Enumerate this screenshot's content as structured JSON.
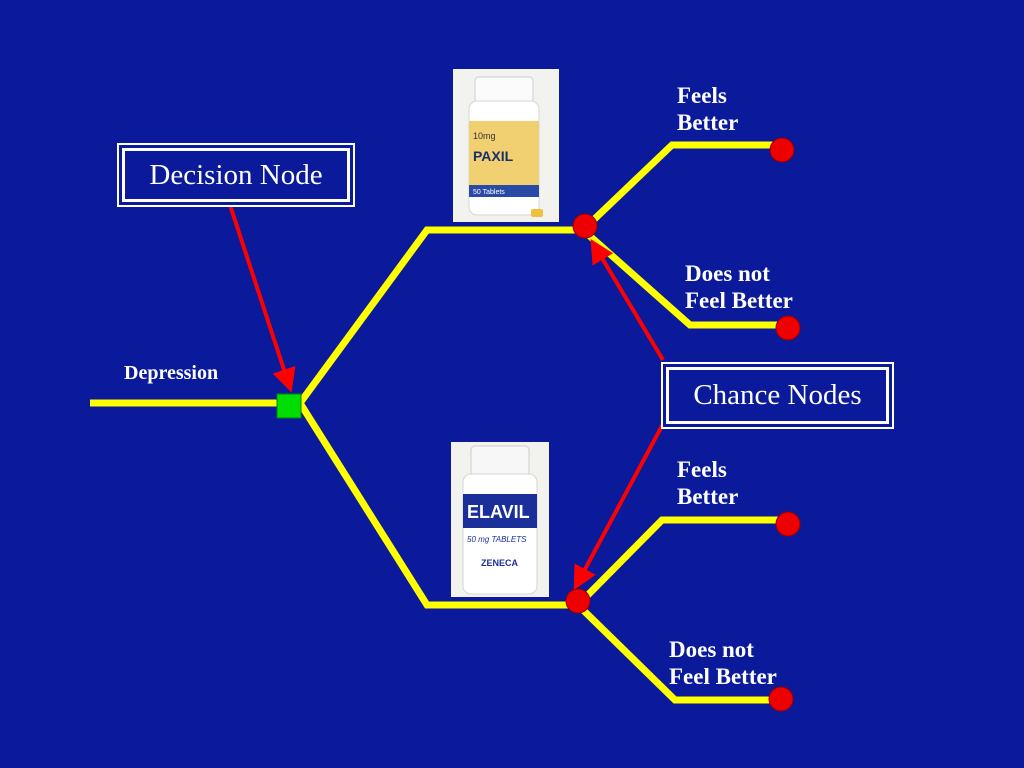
{
  "diagram": {
    "root_label": "Depression",
    "decision_callout": "Decision Node",
    "chance_callout": "Chance Nodes",
    "branches": [
      {
        "drug_label": "PAXIL",
        "bottle_text": [
          "10mg",
          "PAXIL",
          "50 Tablets"
        ],
        "outcomes": [
          {
            "line1": "Feels",
            "line2": "Better"
          },
          {
            "line1": "Does not",
            "line2": "Feel Better"
          }
        ]
      },
      {
        "drug_label": "ELAVIL",
        "bottle_text": [
          "ELAVIL",
          "50 mg TABLETS",
          "ZENECA"
        ],
        "outcomes": [
          {
            "line1": "Feels",
            "line2": "Better"
          },
          {
            "line1": "Does not",
            "line2": "Feel Better"
          }
        ]
      }
    ]
  },
  "colors": {
    "background": "#0a1a9a",
    "branch_line": "#ffff00",
    "decision_node": "#00dd00",
    "chance_node": "#ee0000",
    "pointer_arrow": "#ff0000",
    "text": "#ffffff"
  }
}
